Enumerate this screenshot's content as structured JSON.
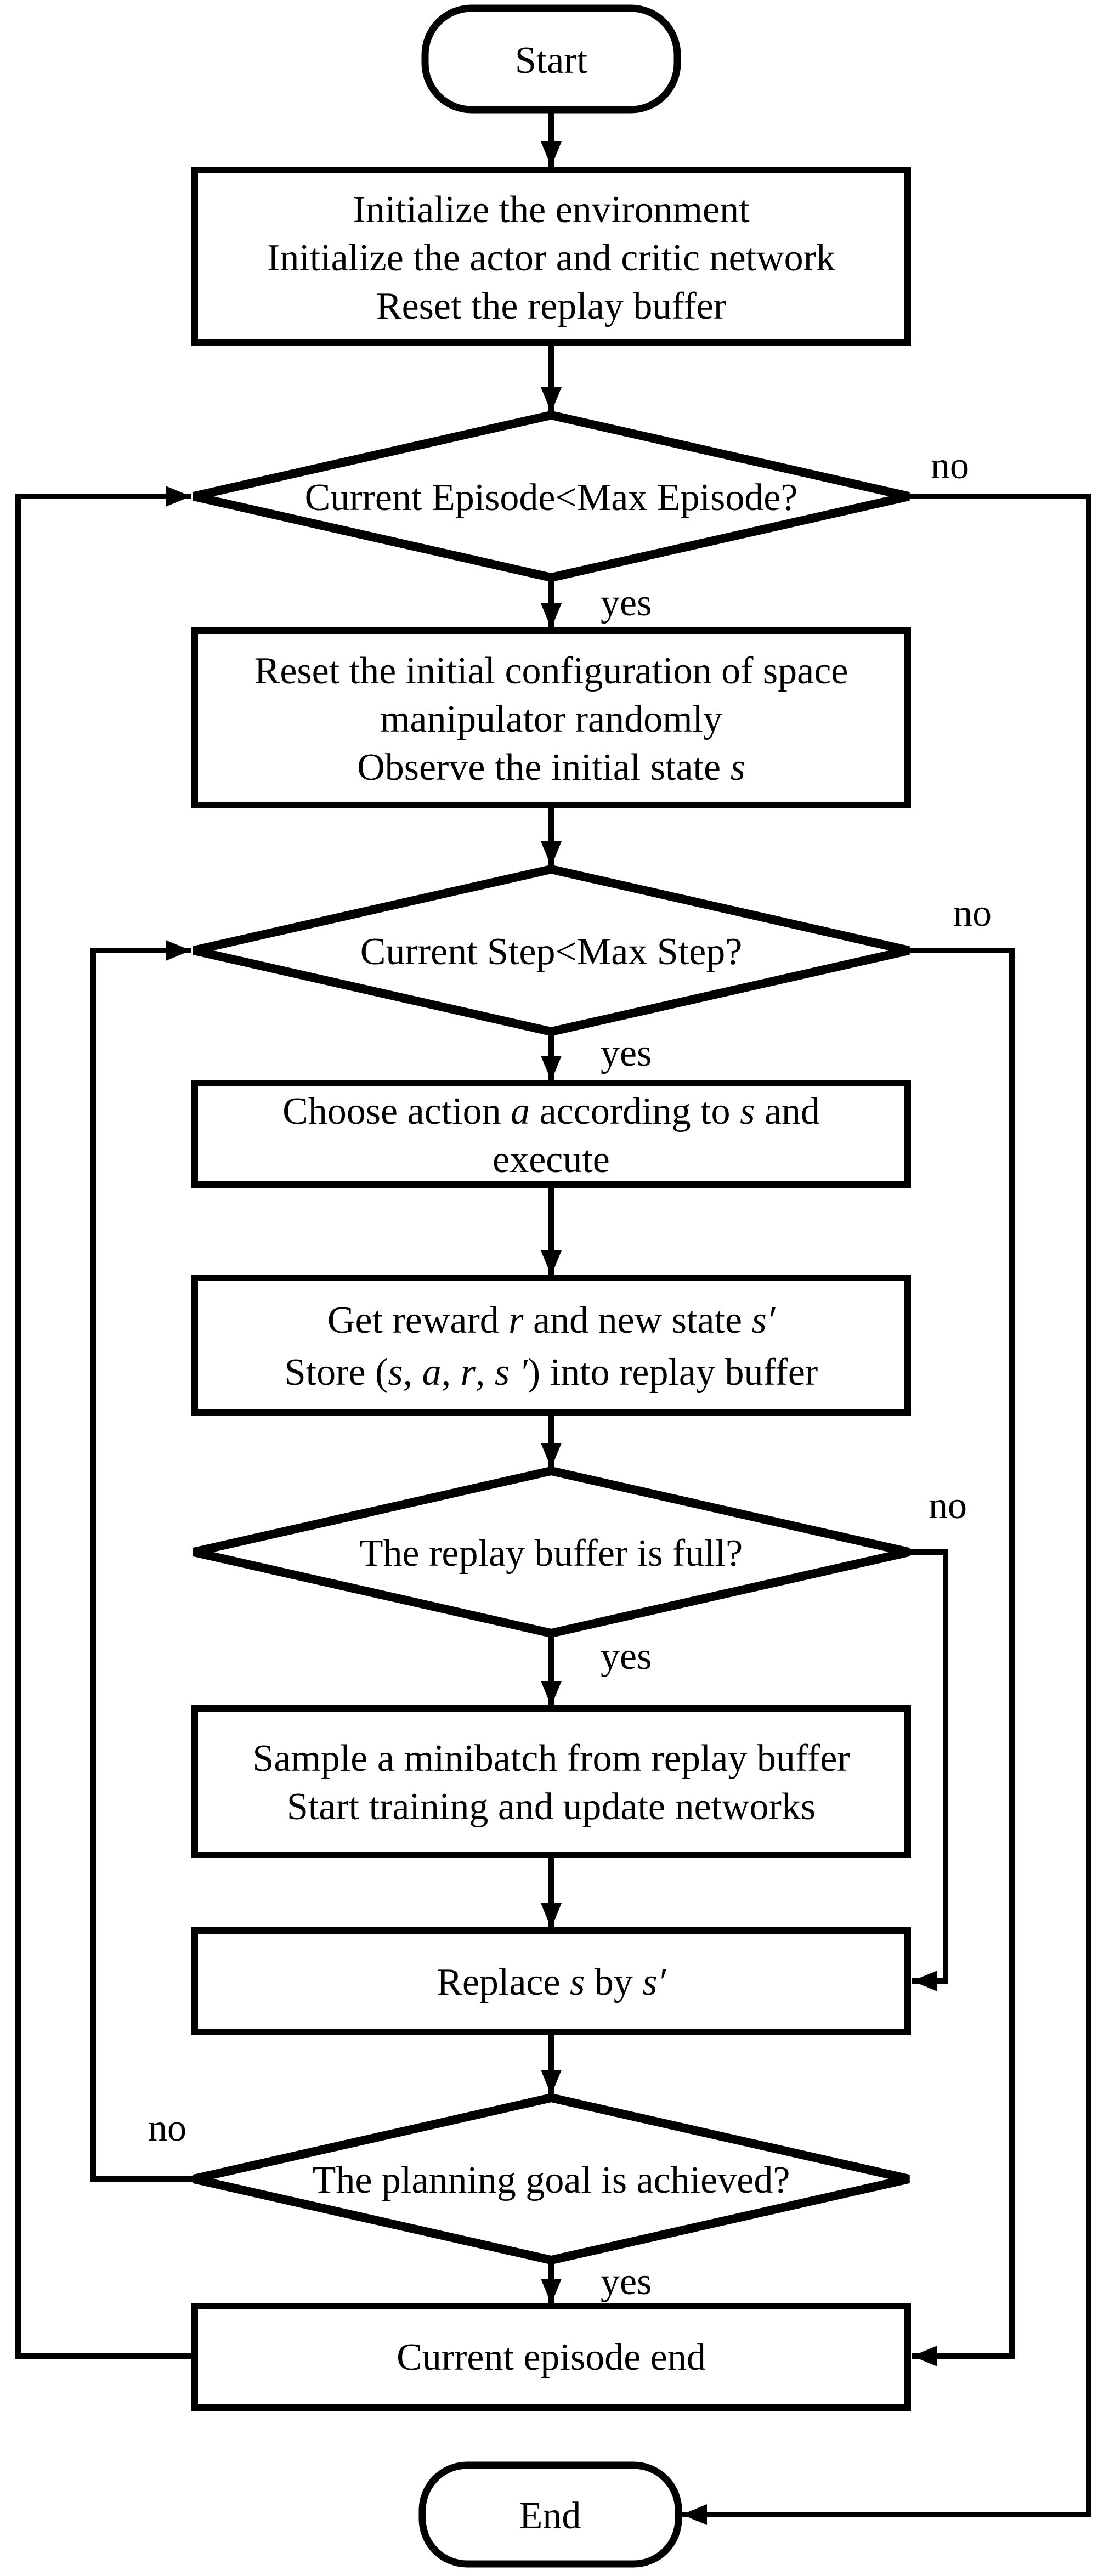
{
  "colors": {
    "ink": "#000000",
    "background": "#ffffff"
  },
  "nodes": {
    "start": {
      "type": "terminator",
      "lines": [
        [
          {
            "t": "Start"
          }
        ]
      ]
    },
    "init": {
      "type": "process",
      "lines": [
        [
          {
            "t": "Initialize the environment"
          }
        ],
        [
          {
            "t": "Initialize the actor and critic network"
          }
        ],
        [
          {
            "t": "Reset the replay buffer"
          }
        ]
      ]
    },
    "episode_check": {
      "type": "decision",
      "lines": [
        [
          {
            "t": "Current Episode<Max Episode?"
          }
        ]
      ]
    },
    "reset": {
      "type": "process",
      "lines": [
        [
          {
            "t": "Reset the initial configuration of space"
          }
        ],
        [
          {
            "t": "manipulator randomly"
          }
        ],
        [
          {
            "t": "Observe the initial state "
          },
          {
            "t": "s",
            "italic": true
          }
        ]
      ]
    },
    "step_check": {
      "type": "decision",
      "lines": [
        [
          {
            "t": "Current Step<Max Step?"
          }
        ]
      ]
    },
    "choose": {
      "type": "process",
      "lines": [
        [
          {
            "t": "Choose action "
          },
          {
            "t": "a",
            "italic": true
          },
          {
            "t": " according to "
          },
          {
            "t": "s",
            "italic": true
          },
          {
            "t": " and"
          }
        ],
        [
          {
            "t": "execute"
          }
        ]
      ]
    },
    "reward": {
      "type": "process",
      "lines": [
        [
          {
            "t": "Get reward "
          },
          {
            "t": "r",
            "italic": true
          },
          {
            "t": " and new state "
          },
          {
            "t": "s′",
            "italic": true
          }
        ],
        [
          {
            "t": "Store ("
          },
          {
            "t": "s",
            "italic": true
          },
          {
            "t": ", "
          },
          {
            "t": "a",
            "italic": true
          },
          {
            "t": ", "
          },
          {
            "t": "r",
            "italic": true
          },
          {
            "t": ", "
          },
          {
            "t": "s ′",
            "italic": true
          },
          {
            "t": ") into replay buffer"
          }
        ]
      ]
    },
    "buffer_check": {
      "type": "decision",
      "lines": [
        [
          {
            "t": "The replay buffer is full?"
          }
        ]
      ]
    },
    "sample": {
      "type": "process",
      "lines": [
        [
          {
            "t": "Sample a minibatch from replay buffer"
          }
        ],
        [
          {
            "t": "Start training and update networks"
          }
        ]
      ]
    },
    "replace": {
      "type": "process",
      "lines": [
        [
          {
            "t": "Replace "
          },
          {
            "t": "s",
            "italic": true
          },
          {
            "t": " by "
          },
          {
            "t": "s′",
            "italic": true
          }
        ]
      ]
    },
    "goal_check": {
      "type": "decision",
      "lines": [
        [
          {
            "t": "The planning goal is achieved?"
          }
        ]
      ]
    },
    "episode_end": {
      "type": "process",
      "lines": [
        [
          {
            "t": "Current episode end"
          }
        ]
      ]
    },
    "end": {
      "type": "terminator",
      "lines": [
        [
          {
            "t": "End"
          }
        ]
      ]
    }
  },
  "edges": [
    {
      "from": "start",
      "to": "init"
    },
    {
      "from": "init",
      "to": "episode_check"
    },
    {
      "from": "episode_check",
      "to": "reset",
      "label": "yes"
    },
    {
      "from": "episode_check",
      "to": "end",
      "label": "no"
    },
    {
      "from": "reset",
      "to": "step_check"
    },
    {
      "from": "step_check",
      "to": "choose",
      "label": "yes"
    },
    {
      "from": "step_check",
      "to": "episode_end",
      "label": "no"
    },
    {
      "from": "choose",
      "to": "reward"
    },
    {
      "from": "reward",
      "to": "buffer_check"
    },
    {
      "from": "buffer_check",
      "to": "sample",
      "label": "yes"
    },
    {
      "from": "buffer_check",
      "to": "replace",
      "label": "no"
    },
    {
      "from": "sample",
      "to": "replace"
    },
    {
      "from": "replace",
      "to": "goal_check"
    },
    {
      "from": "goal_check",
      "to": "episode_end",
      "label": "yes"
    },
    {
      "from": "goal_check",
      "to": "step_check",
      "label": "no"
    },
    {
      "from": "episode_end",
      "to": "episode_check"
    }
  ]
}
